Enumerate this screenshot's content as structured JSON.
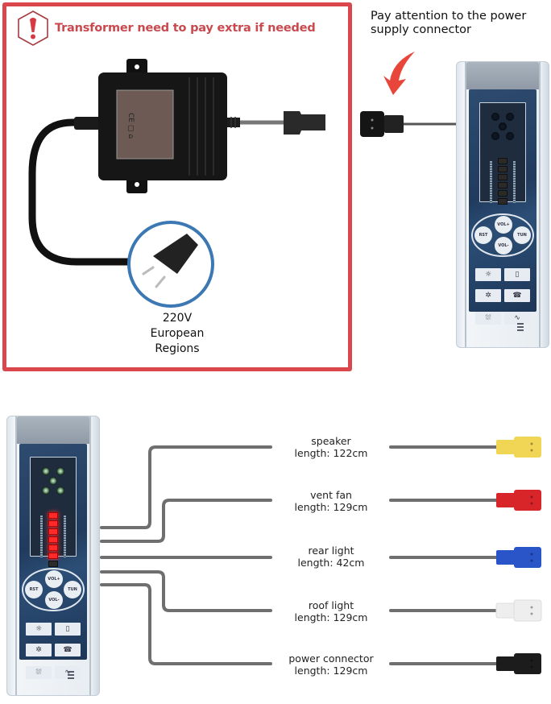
{
  "warning": {
    "icon": "exclamation-hexagon-icon",
    "text": "Transformer need to pay extra if needed",
    "color": "#d9474d"
  },
  "plug": {
    "voltage": "220V",
    "region_line1": "European",
    "region_line2": "Regions",
    "ring_color": "#3c78b4"
  },
  "attention": {
    "line1": "Pay attention to the power",
    "line2": "supply connector",
    "arrow_color": "#e8463a"
  },
  "control_panel": {
    "round_buttons": [
      "VOL+",
      "RST",
      "TUN",
      "VOL-"
    ],
    "square_buttons": [
      "light-icon",
      "door-icon",
      "fan-icon",
      "phone-icon",
      "shower-icon",
      "mode-icon"
    ],
    "led_levels_lit_bottom_panel": 6,
    "led_count": 7
  },
  "cables": [
    {
      "name": "speaker",
      "length": "length: 122cm",
      "connector_color": "#f1d655"
    },
    {
      "name": "vent fan",
      "length": "length: 129cm",
      "connector_color": "#d8252a"
    },
    {
      "name": "rear light",
      "length": "length: 42cm",
      "connector_color": "#2a55c8"
    },
    {
      "name": "roof light",
      "length": "length: 129cm",
      "connector_color": "#eeeeee"
    },
    {
      "name": "power connector",
      "length": "length: 129cm",
      "connector_color": "#1c1c1c"
    }
  ]
}
